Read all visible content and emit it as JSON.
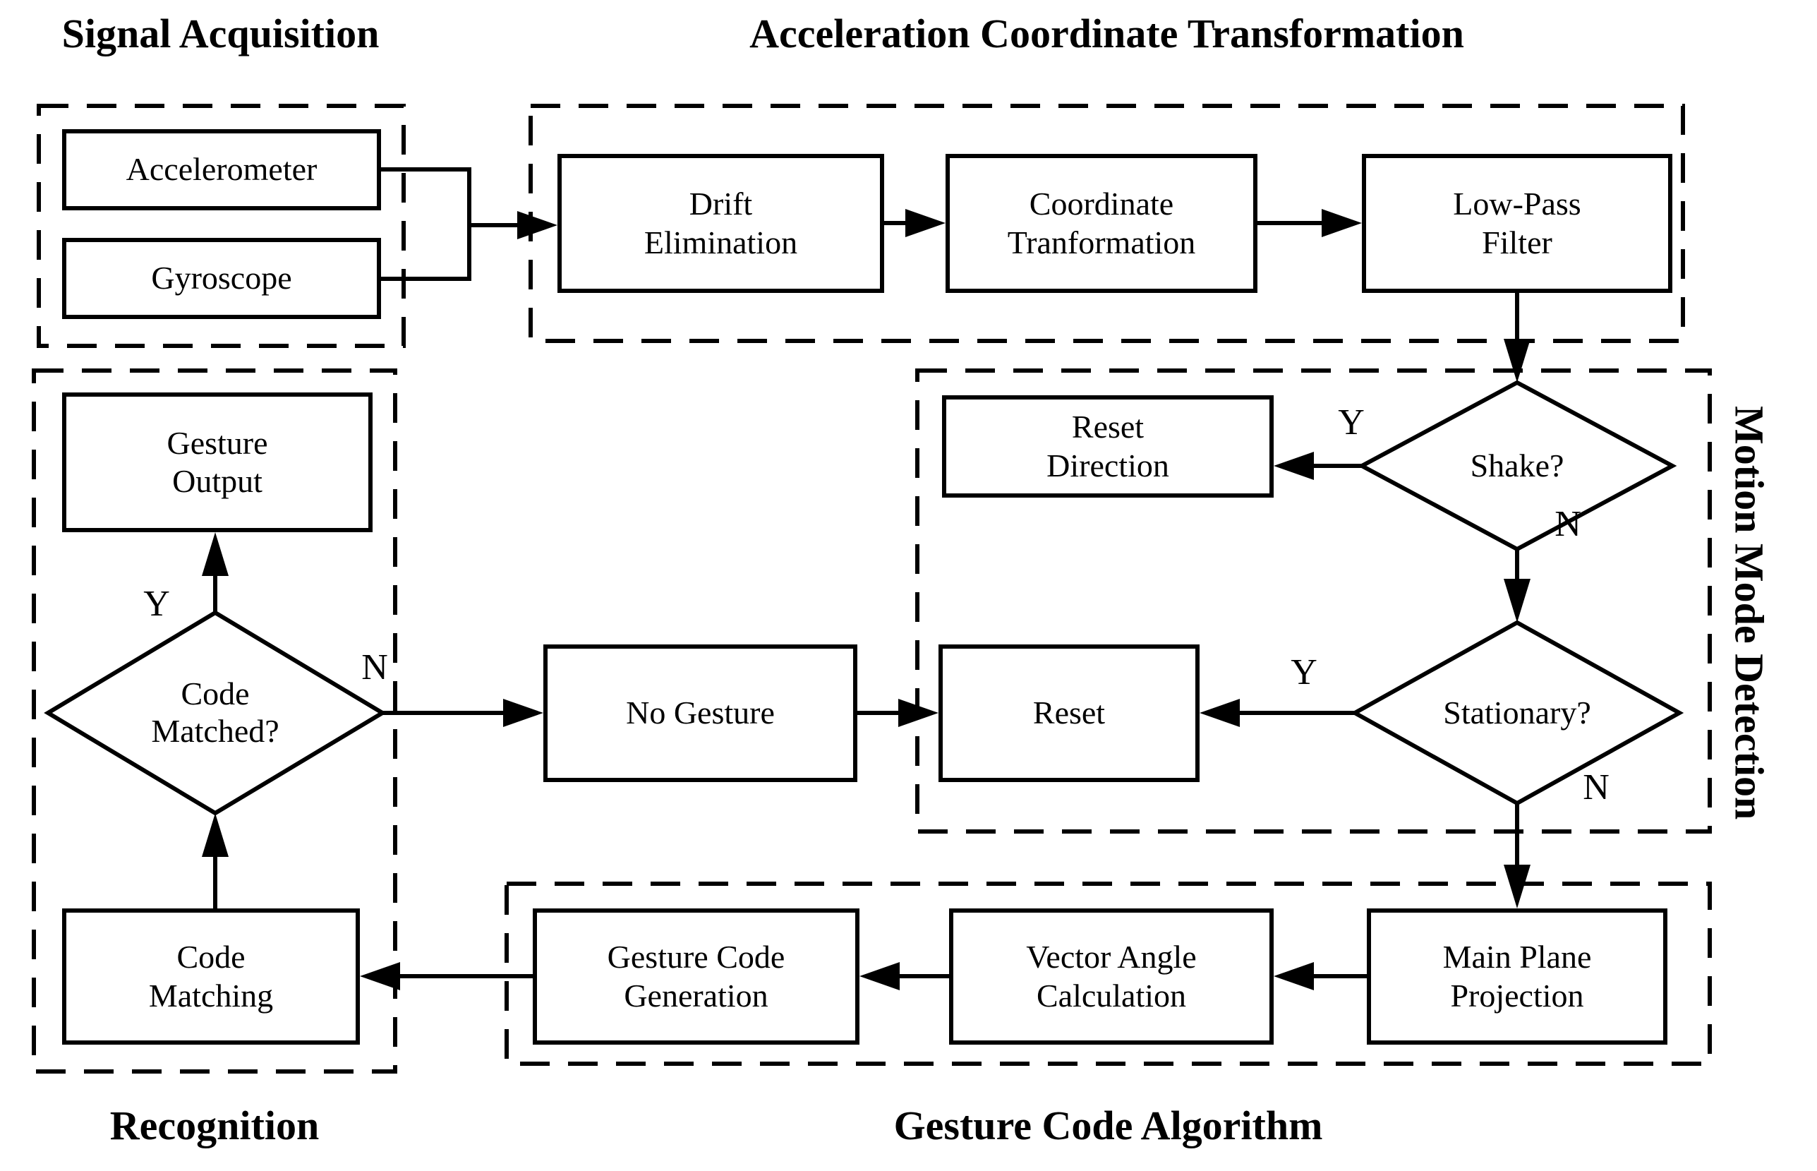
{
  "colors": {
    "stroke": "#000000",
    "background": "#ffffff"
  },
  "sections": {
    "signal_acquisition": {
      "title": "Signal Acquisition"
    },
    "acceleration_coordinate_transformation": {
      "title": "Acceleration Coordinate Transformation"
    },
    "motion_mode_detection": {
      "title": "Motion Mode Detection"
    },
    "recognition": {
      "title": "Recognition"
    },
    "gesture_code_algorithm": {
      "title": "Gesture Code Algorithm"
    }
  },
  "nodes": {
    "accelerometer": {
      "label": "Accelerometer"
    },
    "gyroscope": {
      "label": "Gyroscope"
    },
    "drift_elimination": {
      "label": "Drift\nElimination"
    },
    "coordinate_tranformation": {
      "label": "Coordinate\nTranformation"
    },
    "low_pass_filter": {
      "label": "Low-Pass\nFilter"
    },
    "reset_direction": {
      "label": "Reset\nDirection"
    },
    "reset": {
      "label": "Reset"
    },
    "no_gesture": {
      "label": "No Gesture"
    },
    "gesture_output": {
      "label": "Gesture\nOutput"
    },
    "code_matching": {
      "label": "Code\nMatching"
    },
    "gesture_code_generation": {
      "label": "Gesture Code\nGeneration"
    },
    "vector_angle_calculation": {
      "label": "Vector Angle\nCalculation"
    },
    "main_plane_projection": {
      "label": "Main Plane\nProjection"
    }
  },
  "decisions": {
    "shake": {
      "label": "Shake?",
      "yes": "Y",
      "no": "N"
    },
    "stationary": {
      "label": "Stationary?",
      "yes": "Y",
      "no": "N"
    },
    "code_matched": {
      "label": "Code\nMatched?",
      "yes": "Y",
      "no": "N"
    }
  }
}
